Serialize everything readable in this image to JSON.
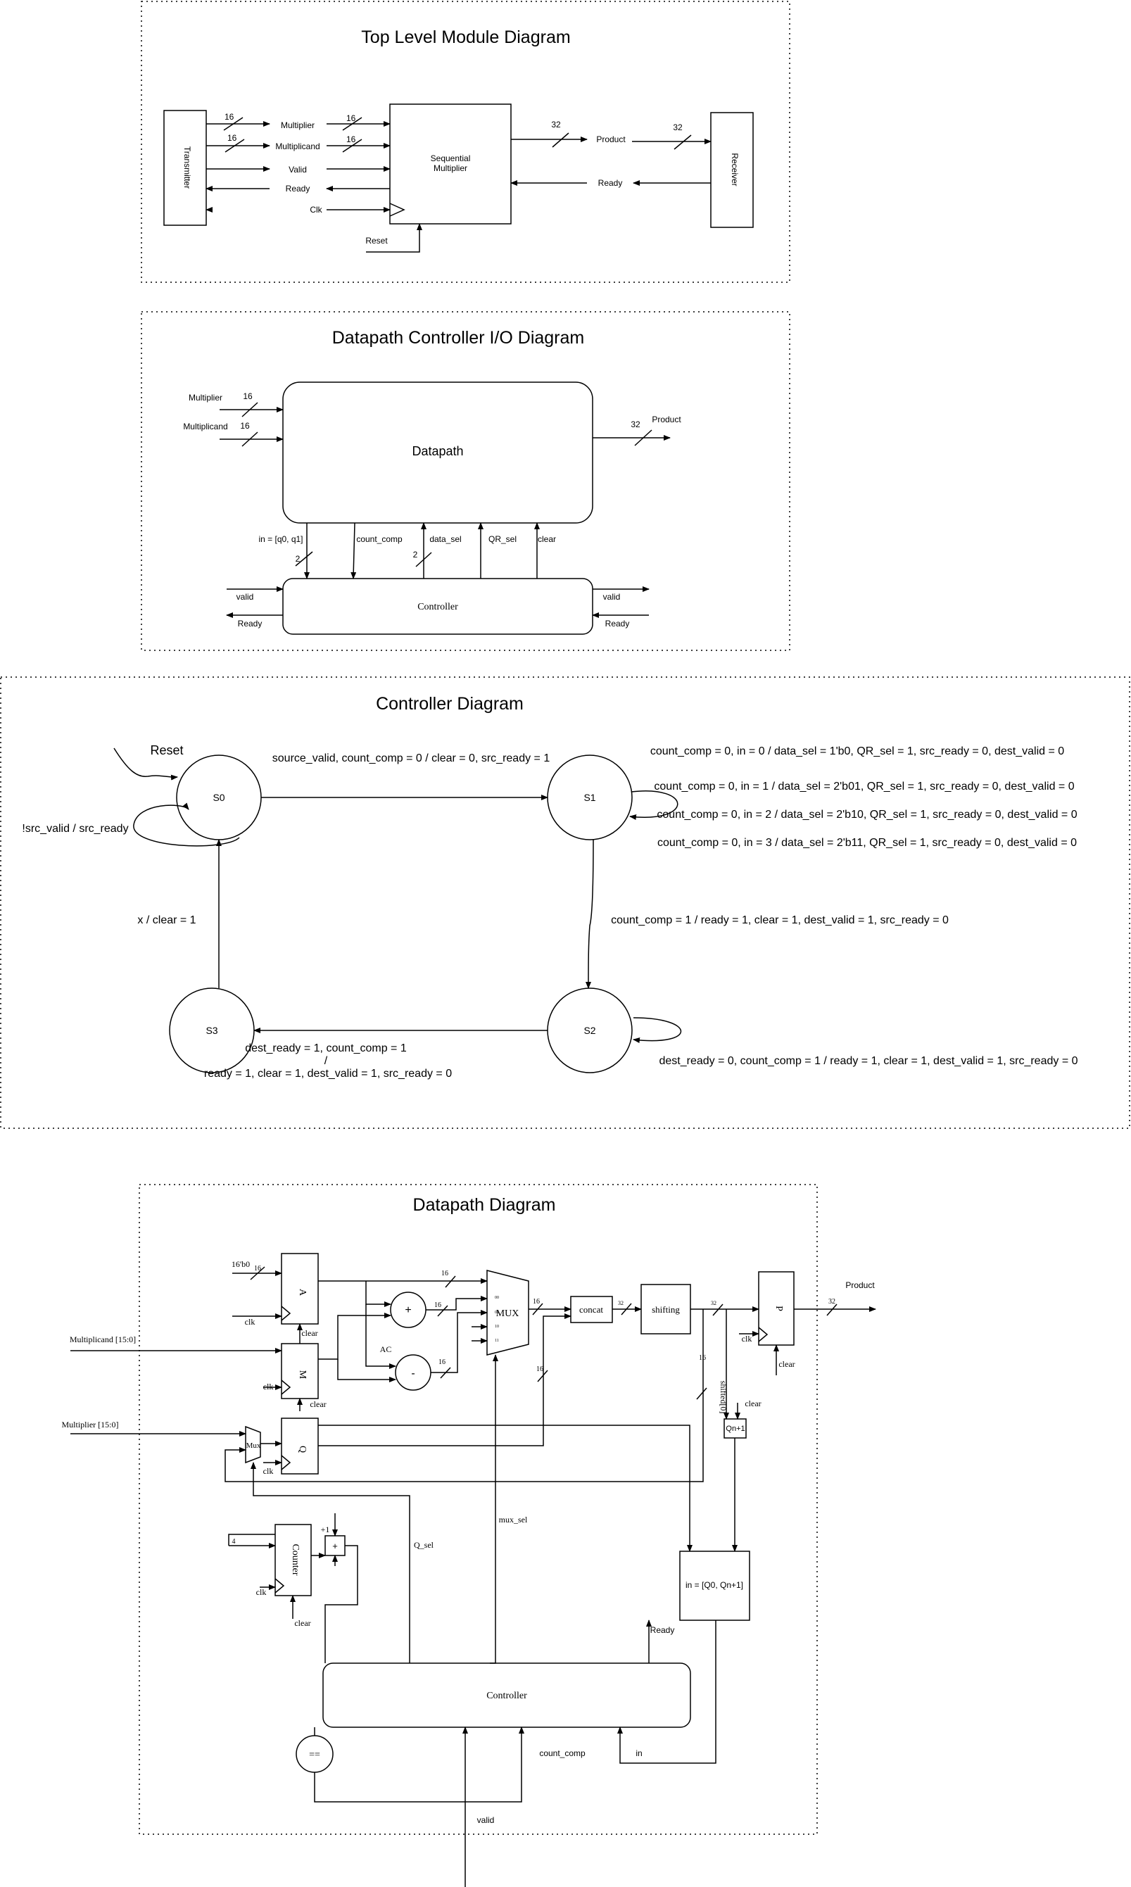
{
  "top": {
    "title": "Top Level Module Diagram",
    "transmitter": "Transmitter",
    "receiver": "Receiver",
    "seq_mult_1": "Sequential",
    "seq_mult_2": "Multiplier",
    "multiplier": "Multiplier",
    "multiplicand": "Multiplicand",
    "valid": "Valid",
    "ready": "Ready",
    "clk": "Clk",
    "reset": "Reset",
    "product": "Product",
    "ready_right": "Ready",
    "w16": "16",
    "w32": "32"
  },
  "dpio": {
    "title": "Datapath Controller I/O Diagram",
    "datapath": "Datapath",
    "controller": "Controller",
    "multiplier": "Multiplier",
    "multiplicand": "Multiplicand",
    "product": "Product",
    "w16": "16",
    "w32": "32",
    "w2": "2",
    "in_label": "in = [q0, q1]",
    "count_comp": "count_comp",
    "data_sel": "data_sel",
    "qr_sel": "QR_sel",
    "clear": "clear",
    "valid": "valid",
    "ready": "Ready"
  },
  "ctrl": {
    "title": "Controller Diagram",
    "reset": "Reset",
    "s0": "S0",
    "s1": "S1",
    "s2": "S2",
    "s3": "S3",
    "t_s0_s1": "source_valid, count_comp = 0 / clear = 0, src_ready = 1",
    "t_s0_self": "!src_valid / src_ready",
    "t_s3_s0": "x / clear = 1",
    "t_s1_self_1": "count_comp = 0, in = 0 / data_sel = 1'b0, QR_sel = 1, src_ready = 0, dest_valid = 0",
    "t_s1_self_2": "count_comp = 0, in = 1 / data_sel = 2'b01, QR_sel = 1, src_ready = 0, dest_valid = 0",
    "t_s1_self_3": "count_comp = 0, in = 2 / data_sel = 2'b10, QR_sel = 1, src_ready = 0, dest_valid = 0",
    "t_s1_self_4": "count_comp = 0, in = 3 / data_sel = 2'b11, QR_sel = 1, src_ready = 0, dest_valid = 0",
    "t_s1_s2": "count_comp = 1 / ready = 1, clear = 1, dest_valid = 1, src_ready = 0",
    "t_s2_s3_1": "dest_ready = 1, count_comp = 1",
    "t_s2_s3_slash": "/",
    "t_s2_s3_2": "ready = 1, clear = 1, dest_valid = 1, src_ready = 0",
    "t_s2_self": "dest_ready = 0, count_comp = 1 / ready = 1, clear = 1, dest_valid = 1, src_ready = 0"
  },
  "dp": {
    "title": "Datapath Diagram",
    "a": "A",
    "m": "M",
    "q": "Q",
    "mux_small": "Mux",
    "mux": "MUX",
    "concat": "concat",
    "shifting": "shifting",
    "p": "P",
    "counter": "Counter",
    "controller": "Controller",
    "plus": "+",
    "minus": "-",
    "eq": "==",
    "plus_one": "+1",
    "qn1": "Qn+1",
    "in_box": "in = [Q0, Qn+1]",
    "k16b0": "16'b0",
    "w16": "16",
    "w32": "32",
    "w4": "4",
    "multiplicand": "Multiplicand [15:0]",
    "multiplier": "Multiplier [15:0]",
    "clk": "clk",
    "clear": "clear",
    "ac": "AC",
    "product": "Product",
    "shifted": "shifted[0]",
    "q_sel": "Q_sel",
    "mux_sel": "mux_sel",
    "ready": "Ready",
    "count_comp": "count_comp",
    "in": "in",
    "valid": "valid",
    "m00": "00",
    "m01": "01",
    "m10": "10",
    "m11": "11"
  }
}
